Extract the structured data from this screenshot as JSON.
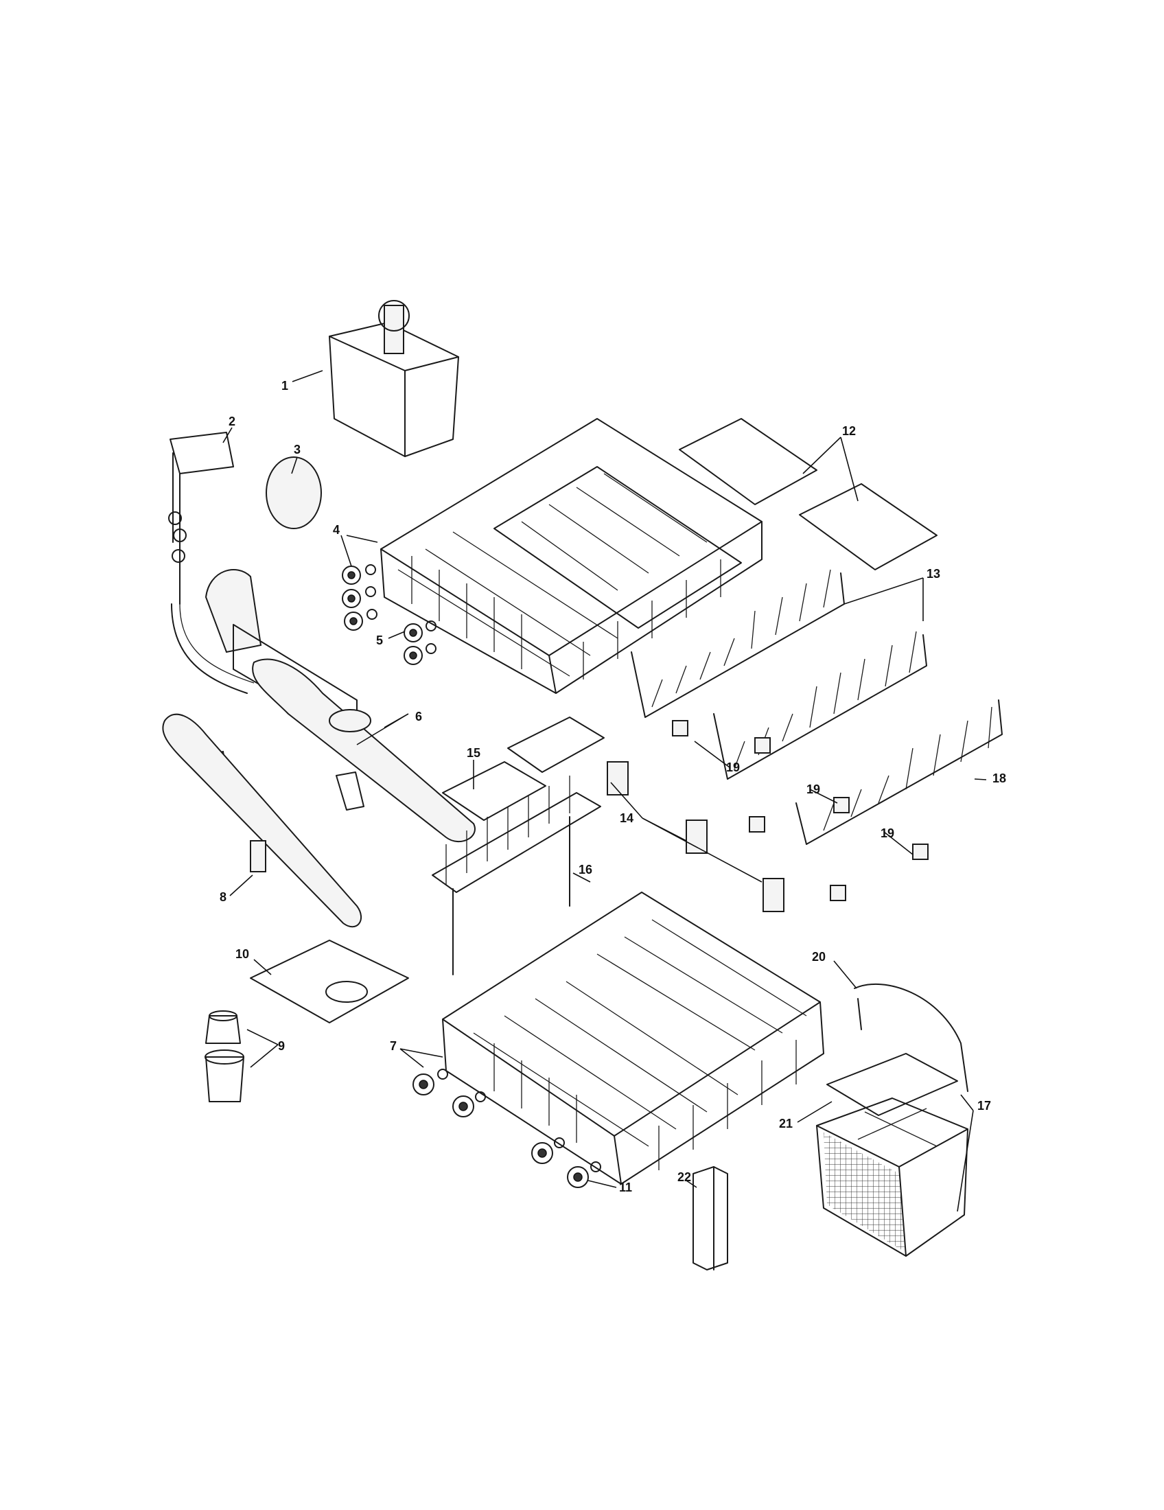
{
  "callouts": [
    {
      "id": "1",
      "label": "1"
    },
    {
      "id": "2",
      "label": "2"
    },
    {
      "id": "3",
      "label": "3"
    },
    {
      "id": "4",
      "label": "4"
    },
    {
      "id": "5",
      "label": "5"
    },
    {
      "id": "6",
      "label": "6"
    },
    {
      "id": "7",
      "label": "7"
    },
    {
      "id": "8",
      "label": "8"
    },
    {
      "id": "9",
      "label": "9"
    },
    {
      "id": "10",
      "label": "10"
    },
    {
      "id": "11",
      "label": "11"
    },
    {
      "id": "12",
      "label": "12"
    },
    {
      "id": "13",
      "label": "13"
    },
    {
      "id": "14",
      "label": "14"
    },
    {
      "id": "15",
      "label": "15"
    },
    {
      "id": "16",
      "label": "16"
    },
    {
      "id": "17",
      "label": "17"
    },
    {
      "id": "18",
      "label": "18"
    },
    {
      "id": "19a",
      "label": "19"
    },
    {
      "id": "19b",
      "label": "19"
    },
    {
      "id": "19c",
      "label": "19"
    },
    {
      "id": "20",
      "label": "20"
    },
    {
      "id": "21",
      "label": "21"
    },
    {
      "id": "22",
      "label": "22"
    }
  ]
}
